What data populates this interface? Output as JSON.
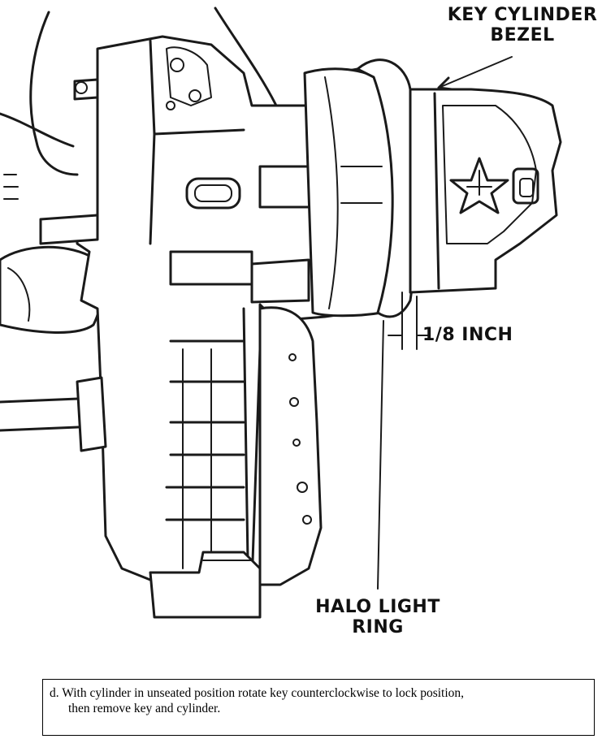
{
  "labels": {
    "bezel_line1": "KEY CYLINDER",
    "bezel_line2": "BEZEL",
    "gap": "1/8 INCH",
    "halo_line1": "HALO LIGHT",
    "halo_line2": "RING"
  },
  "caption": {
    "line1": "d. With cylinder in unseated position rotate key counterclockwise to lock position,",
    "line2": "then remove key and cylinder."
  },
  "colors": {
    "ink": "#1a1a1a",
    "background": "#ffffff"
  },
  "icons": {
    "emblem": "pentastar-emblem-icon"
  }
}
